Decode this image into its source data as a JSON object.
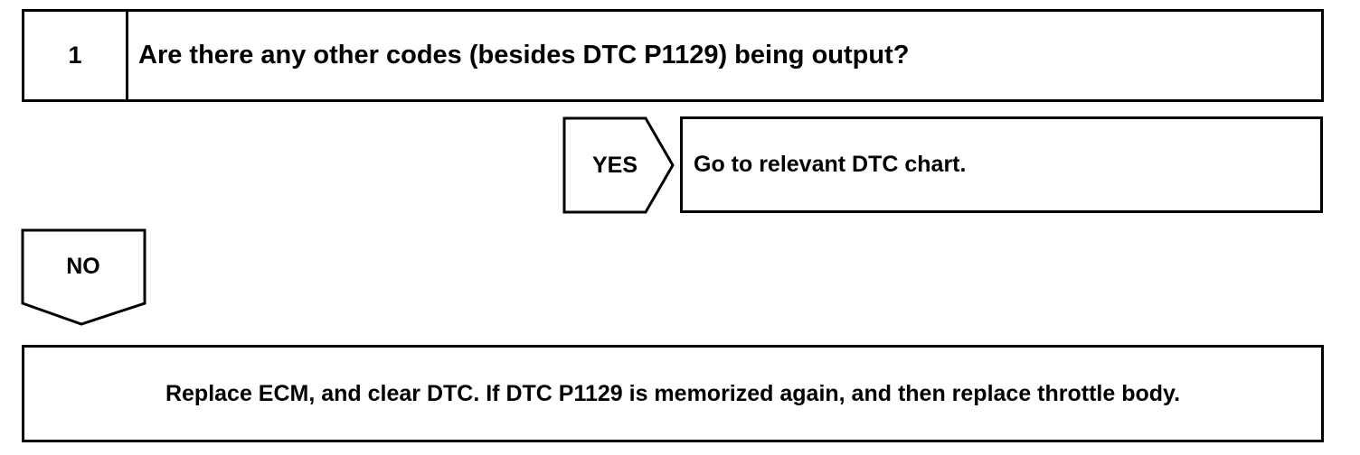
{
  "step": {
    "number": "1",
    "question": "Are there any other codes (besides DTC P1129) being output?"
  },
  "yes_branch": {
    "label": "YES",
    "action": "Go to relevant DTC chart."
  },
  "no_branch": {
    "label": "NO",
    "action": "Replace ECM, and clear DTC. If DTC P1129 is memorized again, and then replace throttle body."
  }
}
